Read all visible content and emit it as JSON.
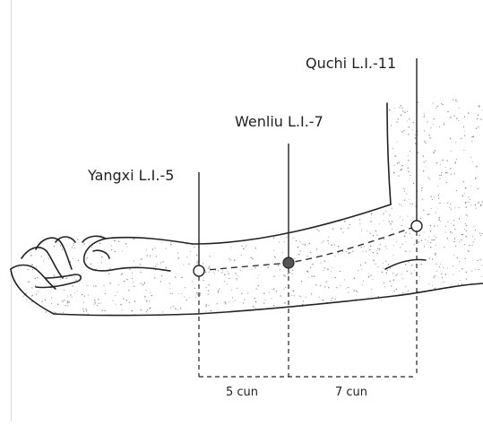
{
  "acupoints": [
    {
      "id": "yangxi",
      "label": "Yangxi L.I.-5",
      "marker": "open-circle"
    },
    {
      "id": "wenliu",
      "label": "Wenliu L.I.-7",
      "marker": "filled-circle"
    },
    {
      "id": "quchi",
      "label": "Quchi L.I.-11",
      "marker": "open-circle"
    }
  ],
  "measurements": [
    {
      "label": "5 cun"
    },
    {
      "label": "7 cun"
    }
  ],
  "colors": {
    "ink": "#222222",
    "stipple": "#8c8c8c",
    "filled_marker": "#555555"
  }
}
